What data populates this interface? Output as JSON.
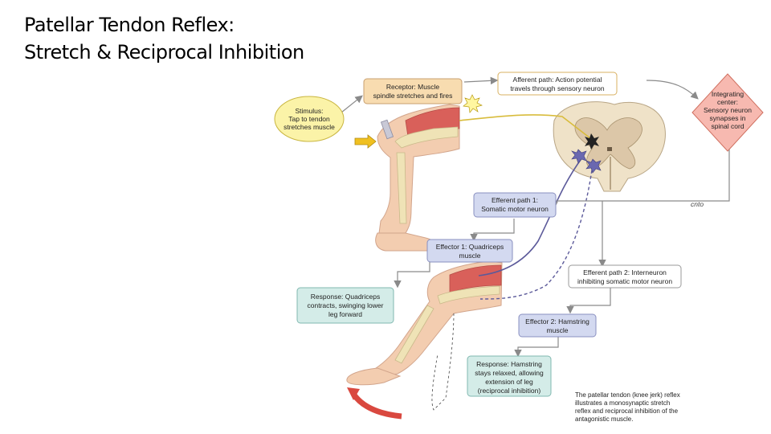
{
  "title": {
    "line1": "Patellar Tendon Reflex:",
    "line2": "Stretch & Reciprocal Inhibition"
  },
  "diagram": {
    "stimulus": [
      "Stimulus:",
      "Tap to tendon",
      "stretches muscle"
    ],
    "receptor": [
      "Receptor: Muscle",
      "spindle stretches and fires"
    ],
    "afferent": [
      "Afferent path: Action potential",
      "travels through sensory neuron"
    ],
    "integrating": [
      "Integrating",
      "center:",
      "Sensory neuron",
      "synapses in",
      "spinal cord"
    ],
    "cnto": "cnto",
    "efferent1": [
      "Efferent path 1:",
      "Somatic motor neuron"
    ],
    "effector1": [
      "Effector 1: Quadriceps",
      "muscle"
    ],
    "efferent2": [
      "Efferent path 2: Interneuron",
      "inhibiting somatic motor neuron"
    ],
    "response1": [
      "Response: Quadriceps",
      "contracts, swinging lower",
      "leg forward"
    ],
    "effector2": [
      "Effector 2: Hamstring",
      "muscle"
    ],
    "response2": [
      "Response: Hamstring",
      "stays relaxed, allowing",
      "extension of leg",
      "(reciprocal inhibition)"
    ],
    "caption": [
      "The patellar tendon (knee jerk) reflex",
      "illustrates a monosynaptic stretch",
      "reflex and reciprocal inhibition of the",
      "antagonistic muscle."
    ]
  },
  "colors": {
    "stimulus_fill": "#fbf3a8",
    "receptor_fill": "#f8dcb0",
    "integrating_fill": "#f7b9b0",
    "efferent_fill": "#d3d9f0",
    "response_fill": "#d4ece8",
    "skin": "#f3cdb0",
    "muscle": "#d9605a",
    "bone": "#efe3b6"
  }
}
